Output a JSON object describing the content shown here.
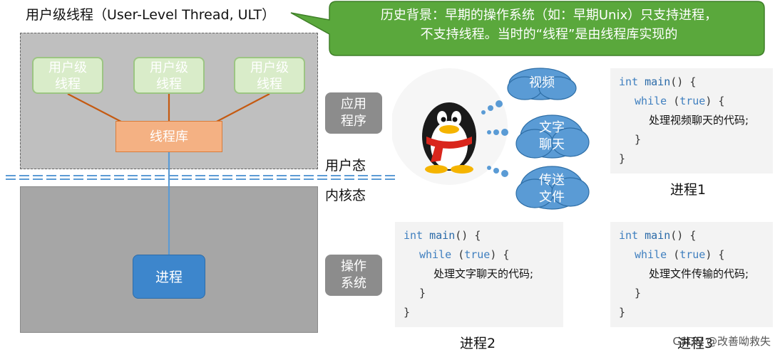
{
  "title": "用户级线程（User-Level Thread, ULT）",
  "callout": {
    "line1": "历史背景：早期的操作系统（如：早期Unix）只支持进程，",
    "line2": "不支持线程。当时的“线程”是由线程库实现的"
  },
  "diagram": {
    "ult1": {
      "l1": "用户级",
      "l2": "线程"
    },
    "ult2": {
      "l1": "用户级",
      "l2": "线程"
    },
    "ult3": {
      "l1": "用户级",
      "l2": "线程"
    },
    "library": "线程库",
    "process": "进程",
    "app_label": {
      "l1": "应用",
      "l2": "程序"
    },
    "os_label": {
      "l1": "操作",
      "l2": "系统"
    },
    "user_mode": "用户态",
    "kernel_mode": "内核态"
  },
  "bubbles": {
    "video": "视频",
    "text_chat": {
      "l1": "文字",
      "l2": "聊天"
    },
    "file_send": {
      "l1": "传送",
      "l2": "文件"
    }
  },
  "code_blocks": [
    {
      "kw1": "int",
      "fn": "main",
      "rest1": "() {",
      "kw2": "while",
      "cond_open": "(",
      "kw3": "true",
      "cond_close": ") {",
      "body": "处理视频聊天的代码;",
      "close_inner": "}",
      "close_outer": "}",
      "label": "进程1"
    },
    {
      "kw1": "int",
      "fn": "main",
      "rest1": "() {",
      "kw2": "while",
      "cond_open": "(",
      "kw3": "true",
      "cond_close": ") {",
      "body": "处理文字聊天的代码;",
      "close_inner": "}",
      "close_outer": "}",
      "label": "进程2"
    },
    {
      "kw1": "int",
      "fn": "main",
      "rest1": "() {",
      "kw2": "while",
      "cond_open": "(",
      "kw3": "true",
      "cond_close": ") {",
      "body": "处理文件传输的代码;",
      "close_inner": "}",
      "close_outer": "}",
      "label": "进程3"
    }
  ],
  "credit": "CSDN @改善呦救失",
  "colors": {
    "callout_green": "#5aa83c",
    "ult_fill": "#d9ecc9",
    "library_fill": "#f4b183",
    "process_fill": "#3d86cc",
    "cloud_blue": "#5a9bd5",
    "connector_orange": "#c55a11",
    "connector_blue": "#5b9bd5",
    "divider_blue": "#5b9bd5"
  }
}
